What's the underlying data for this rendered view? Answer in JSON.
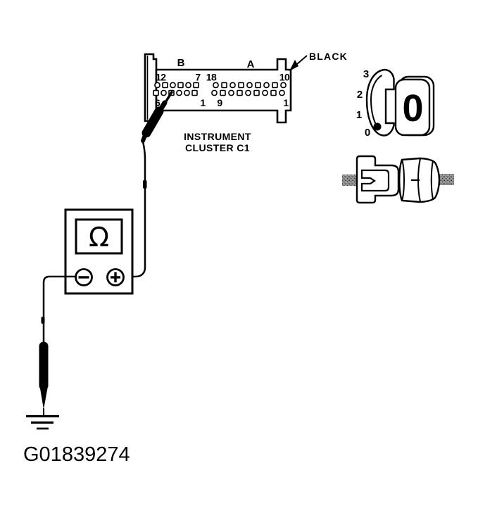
{
  "figure": {
    "id": "G01839274"
  },
  "connector": {
    "name": "instrument-cluster-connector",
    "color_label": "BLACK",
    "section_labels": {
      "b": "B",
      "a": "A"
    },
    "pins": {
      "b_top_first": "12",
      "b_top_last": "7",
      "a_top_first": "18",
      "a_top_last": "10",
      "b_bottom_first": "6",
      "b_bottom_last": "1",
      "a_bottom_first": "9",
      "a_bottom_last": "1",
      "b_top_count": 6,
      "a_top_count": 9,
      "b_bottom_count": 6,
      "a_bottom_count": 9
    },
    "caption": {
      "line1": "INSTRUMENT",
      "line2": "CLUSTER C1"
    }
  },
  "dial": {
    "positions": [
      "3",
      "2",
      "1",
      "0"
    ],
    "face_label": "0"
  },
  "meter": {
    "display_symbol": "Ω",
    "terminal_negative": "−",
    "terminal_positive": "+"
  },
  "colors": {
    "ink": "#000000",
    "paper": "#ffffff",
    "wire_stub_gray": "#989898"
  }
}
